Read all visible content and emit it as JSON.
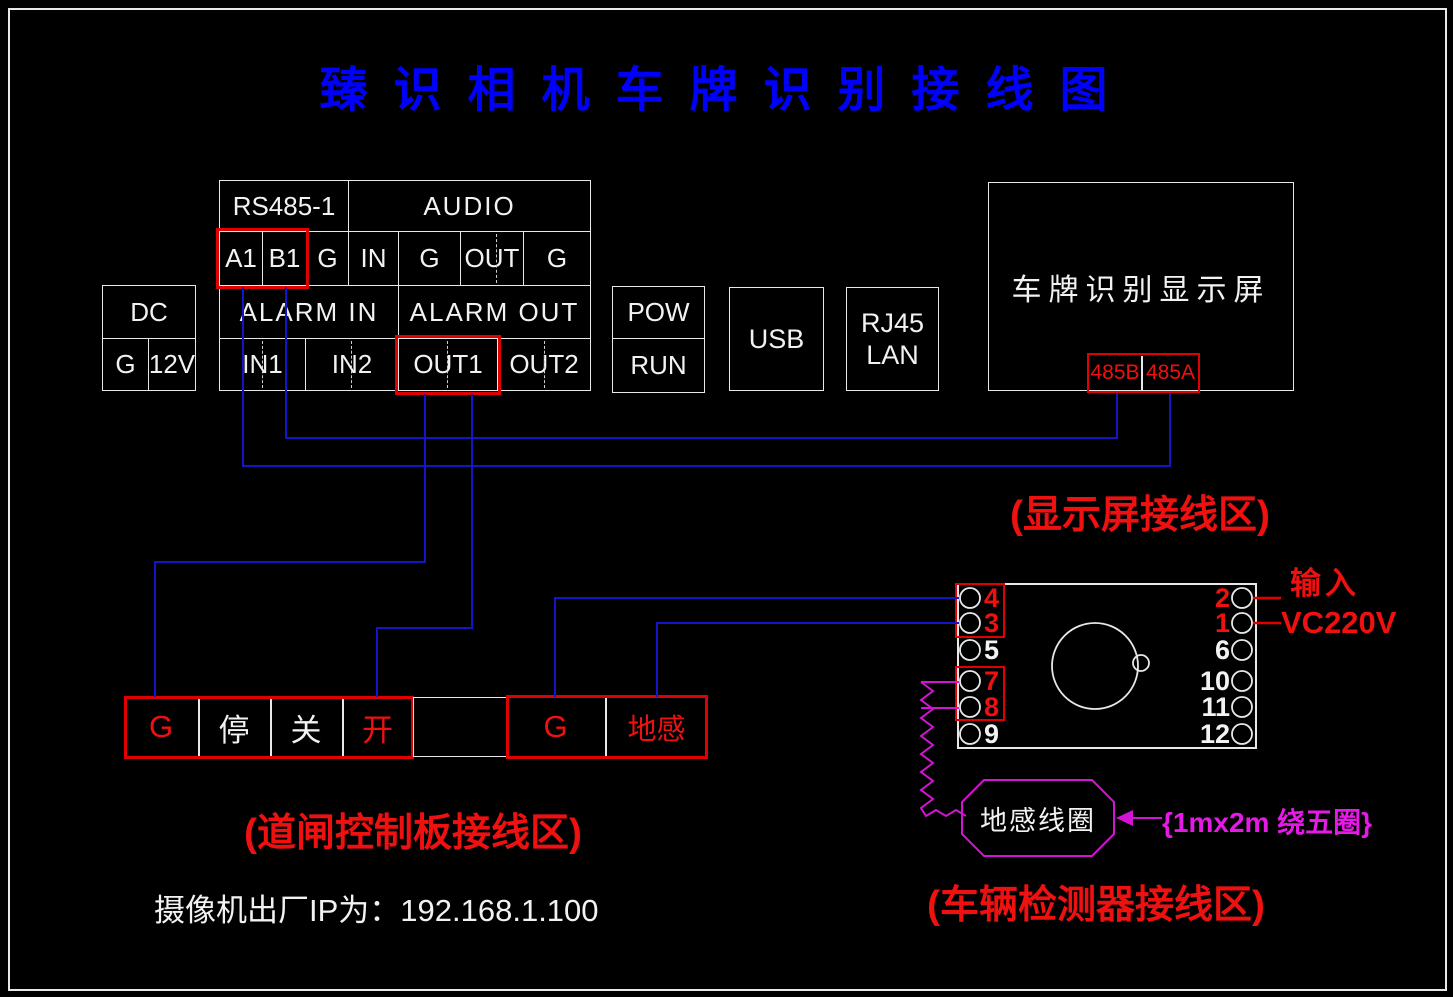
{
  "title": "臻识相机车牌识别接线图",
  "camera_block": {
    "rs485_header": "RS485-1",
    "audio_header": "AUDIO",
    "row2": [
      "A1",
      "B1",
      "G",
      "IN",
      "G",
      "OUT",
      "G"
    ],
    "alarm_in_header": "ALARM IN",
    "alarm_out_header": "ALARM OUT",
    "row4": [
      "IN1",
      "IN2",
      "OUT1",
      "OUT2"
    ]
  },
  "dc_block": {
    "header": "DC",
    "gnd": "G",
    "power": "12V"
  },
  "status_block": {
    "pow": "POW",
    "run": "RUN"
  },
  "usb_block": {
    "label": "USB"
  },
  "network_block": {
    "line1": "RJ45",
    "line2": "LAN"
  },
  "display_block": {
    "title": "车牌识别显示屏",
    "terminal_b": "485B",
    "terminal_a": "485A"
  },
  "barrier_block": {
    "cells": [
      "G",
      "停",
      "关",
      "开",
      "G",
      "地感"
    ]
  },
  "detector_block": {
    "left_pins": [
      "4",
      "3",
      "5",
      "7",
      "8",
      "9"
    ],
    "right_pins": [
      "2",
      "1",
      "6",
      "10",
      "11",
      "12"
    ],
    "input_line1": "输入",
    "input_line2": "VC220V"
  },
  "coil": {
    "label": "地感线圈",
    "note": "{1mx2m 绕五圈}"
  },
  "zone_labels": {
    "display_zone": "(显示屏接线区)",
    "barrier_zone": "(道闸控制板接线区)",
    "detector_zone": "(车辆检测器接线区)"
  },
  "ip_note": "摄像机出厂IP为：192.168.1.100",
  "colors": {
    "background": "#000000",
    "line_white": "#e8e8e8",
    "wire_blue": "#1414c8",
    "title_blue": "#0000ff",
    "highlight_red": "#e00000",
    "red_text": "#ef1010",
    "magenta": "#d414d4"
  }
}
